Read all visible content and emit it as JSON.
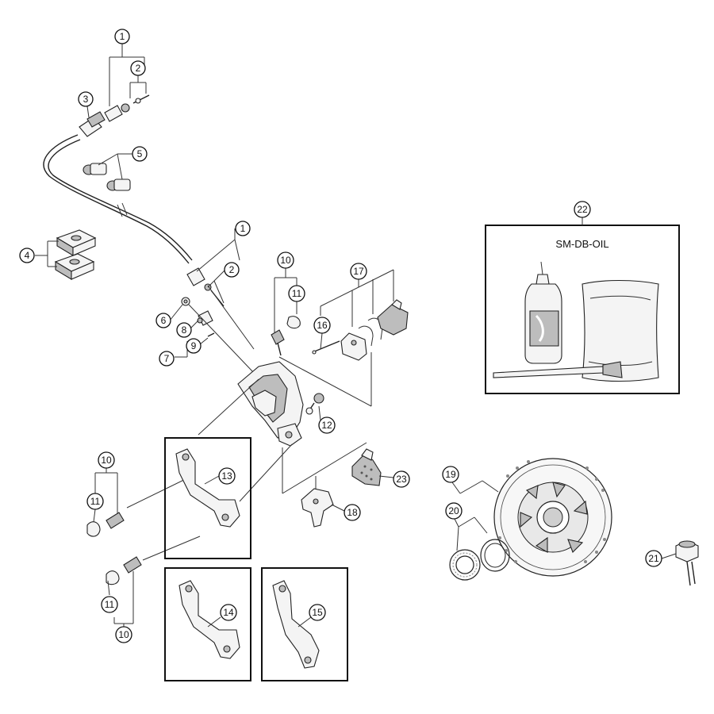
{
  "diagram": {
    "oil_box_label": "SM-DB-OIL",
    "callouts": [
      {
        "id": "c1a",
        "num": "1"
      },
      {
        "id": "c2a",
        "num": "2"
      },
      {
        "id": "c3",
        "num": "3"
      },
      {
        "id": "c5",
        "num": "5"
      },
      {
        "id": "c4",
        "num": "4"
      },
      {
        "id": "c1b",
        "num": "1"
      },
      {
        "id": "c2b",
        "num": "2"
      },
      {
        "id": "c10a",
        "num": "10"
      },
      {
        "id": "c11a",
        "num": "11"
      },
      {
        "id": "c17",
        "num": "17"
      },
      {
        "id": "c16",
        "num": "16"
      },
      {
        "id": "c6",
        "num": "6"
      },
      {
        "id": "c8",
        "num": "8"
      },
      {
        "id": "c9",
        "num": "9"
      },
      {
        "id": "c7",
        "num": "7"
      },
      {
        "id": "c12",
        "num": "12"
      },
      {
        "id": "c22",
        "num": "22"
      },
      {
        "id": "c10b",
        "num": "10"
      },
      {
        "id": "c11b",
        "num": "11"
      },
      {
        "id": "c13",
        "num": "13"
      },
      {
        "id": "c23",
        "num": "23"
      },
      {
        "id": "c18",
        "num": "18"
      },
      {
        "id": "c19",
        "num": "19"
      },
      {
        "id": "c20",
        "num": "20"
      },
      {
        "id": "c21",
        "num": "21"
      },
      {
        "id": "c11c",
        "num": "11"
      },
      {
        "id": "c10c",
        "num": "10"
      },
      {
        "id": "c14",
        "num": "14"
      },
      {
        "id": "c15",
        "num": "15"
      }
    ]
  }
}
